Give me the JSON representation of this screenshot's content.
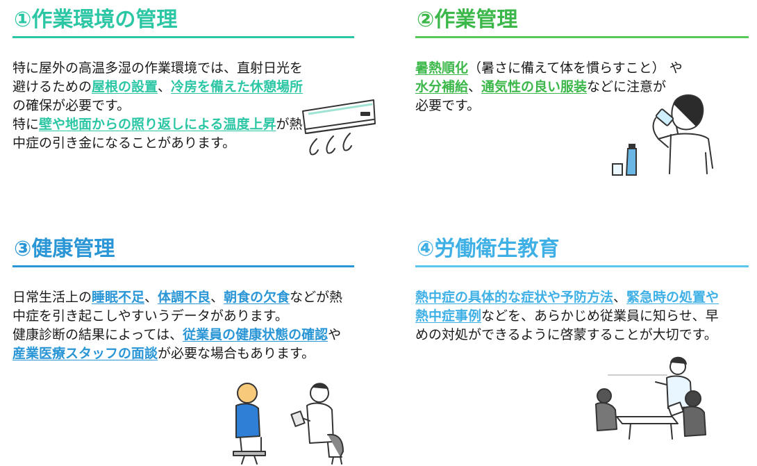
{
  "sections": [
    {
      "title": "①作業環境の管理",
      "body": [
        {
          "t": "特に屋外の高温多湿の作業環境では、直射日光を避けるための"
        },
        {
          "t": "屋根の設置",
          "hl": true
        },
        {
          "t": "、"
        },
        {
          "t": "冷房を備えた休憩場所",
          "hl": true
        },
        {
          "t": "の確保が必要です。\n特に"
        },
        {
          "t": "壁や地面からの照り返しによる温度上昇",
          "hl": true
        },
        {
          "t": "が熱中症の引き金になることがあります。"
        }
      ]
    },
    {
      "title": "②作業管理",
      "body": [
        {
          "t": "暑熱順化",
          "hl": true
        },
        {
          "t": "（暑さに備えて体を慣らすこと） や"
        },
        {
          "t": "\n"
        },
        {
          "t": "水分補給",
          "hl": true
        },
        {
          "t": "、"
        },
        {
          "t": "通気性の良い服装",
          "hl": true
        },
        {
          "t": "などに注意が\n必要です。"
        }
      ]
    },
    {
      "title": "③健康管理",
      "body": [
        {
          "t": "日常生活上の"
        },
        {
          "t": "睡眠不足",
          "hl": true
        },
        {
          "t": "、"
        },
        {
          "t": "体調不良",
          "hl": true
        },
        {
          "t": "、"
        },
        {
          "t": "朝食の欠食",
          "hl": true
        },
        {
          "t": "などが熱中症を引き起こしやすいうデータがあります。\n健康診断の結果によっては、"
        },
        {
          "t": "従業員の健康状態の確認",
          "hl": true
        },
        {
          "t": "や"
        },
        {
          "t": "産業医療スタッフの面談",
          "hl": true
        },
        {
          "t": "が必要な場合もあります。"
        }
      ]
    },
    {
      "title": "④労働衛生教育",
      "body": [
        {
          "t": "熱中症の具体的な症状や予防方法",
          "hl": true
        },
        {
          "t": "、"
        },
        {
          "t": "緊急時の処置や熱中症事例",
          "hl": true
        },
        {
          "t": "などを、あらかじめ従業員に知らせ、早めの対処ができるように啓蒙することが大切です。"
        }
      ]
    }
  ],
  "colors": {
    "s1": "#2bc6a4",
    "s2": "#3cb84a",
    "s3": "#2a96d6",
    "s4": "#3fb0e6"
  },
  "illustrations": [
    "air-conditioner-icon",
    "drinking-water-person-icon",
    "health-interview-icon",
    "training-meeting-icon"
  ]
}
